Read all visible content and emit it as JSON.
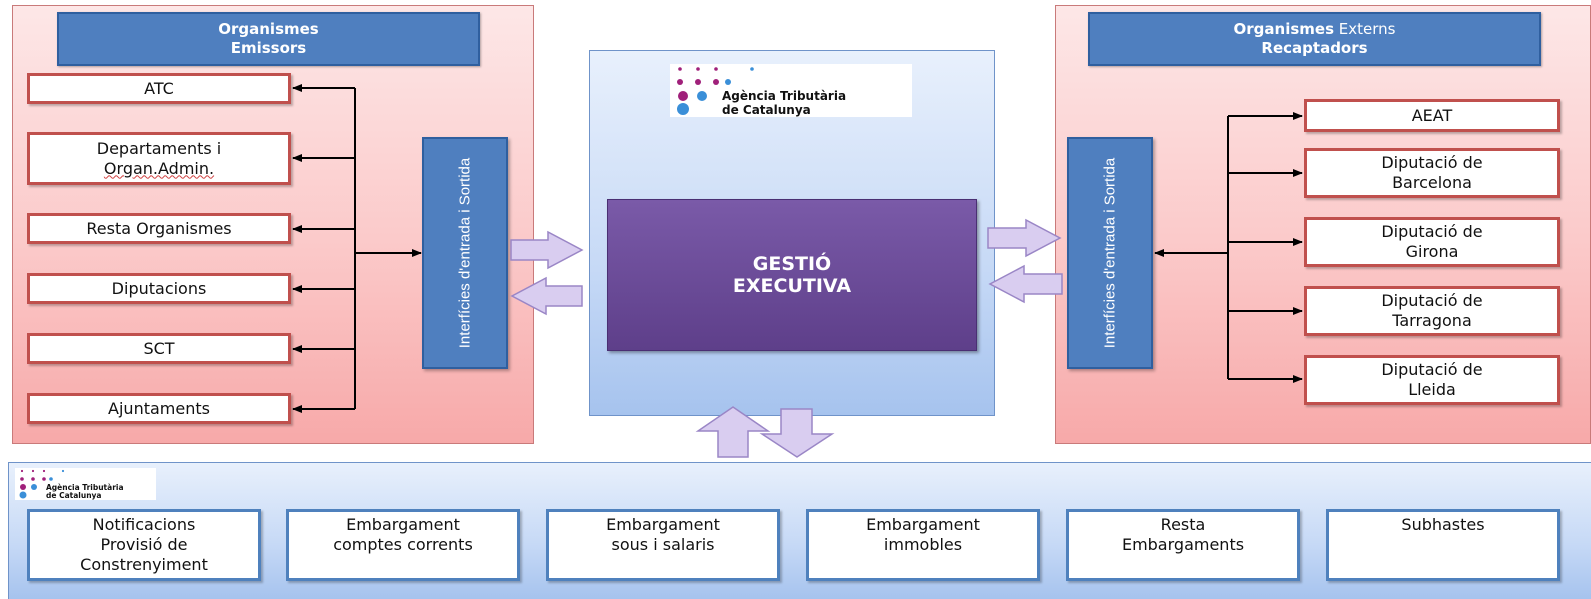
{
  "left_panel": {
    "header_line1": "Organismes",
    "header_line2": "Emissors",
    "items": [
      {
        "line1": "ATC",
        "line2": ""
      },
      {
        "line1": "Departaments i",
        "line2": "Organ.Admin."
      },
      {
        "line1": "Resta Organismes",
        "line2": ""
      },
      {
        "line1": "Diputacions",
        "line2": ""
      },
      {
        "line1": "SCT",
        "line2": ""
      },
      {
        "line1": "Ajuntaments",
        "line2": ""
      }
    ],
    "interface_label": "Interfícies d'entrada i Sortida"
  },
  "center": {
    "logo_line1": "Agència Tributària",
    "logo_line2": "de Catalunya",
    "process_line1": "GESTIÓ",
    "process_line2": "EXECUTIVA"
  },
  "right_panel": {
    "header_bold": "Organismes",
    "header_light": " Externs",
    "header_line2": "Recaptadors",
    "items": [
      {
        "line1": "AEAT",
        "line2": ""
      },
      {
        "line1": "Diputació de",
        "line2": "Barcelona"
      },
      {
        "line1": "Diputació de",
        "line2": "Girona"
      },
      {
        "line1": "Diputació de",
        "line2": "Tarragona"
      },
      {
        "line1": "Diputació de",
        "line2": "Lleida"
      }
    ],
    "interface_label": "Interfícies d'entrada i Sortida"
  },
  "bottom_panel": {
    "logo_line1": "Agència Tributària",
    "logo_line2": "de Catalunya",
    "modules": [
      {
        "line1": "Notificacions",
        "line2": "Provisió de",
        "line3": "Constrenyiment"
      },
      {
        "line1": "Embargament",
        "line2": "comptes corrents",
        "line3": ""
      },
      {
        "line1": "Embargament",
        "line2": "sous i salaris",
        "line3": ""
      },
      {
        "line1": "Embargament",
        "line2": "immobles",
        "line3": ""
      },
      {
        "line1": "Resta",
        "line2": "Embargaments",
        "line3": ""
      },
      {
        "line1": "Subhastes",
        "line2": "",
        "line3": ""
      }
    ]
  },
  "colors": {
    "header_blue": "#4f7fbf",
    "box_border_red": "#c0504d",
    "box_border_blue": "#4f81bd",
    "process_purple": "#6a4a98",
    "arrow_lilac": "#d9cdf0",
    "logo_magenta": "#a0207a",
    "logo_blue": "#3a8fd8"
  }
}
